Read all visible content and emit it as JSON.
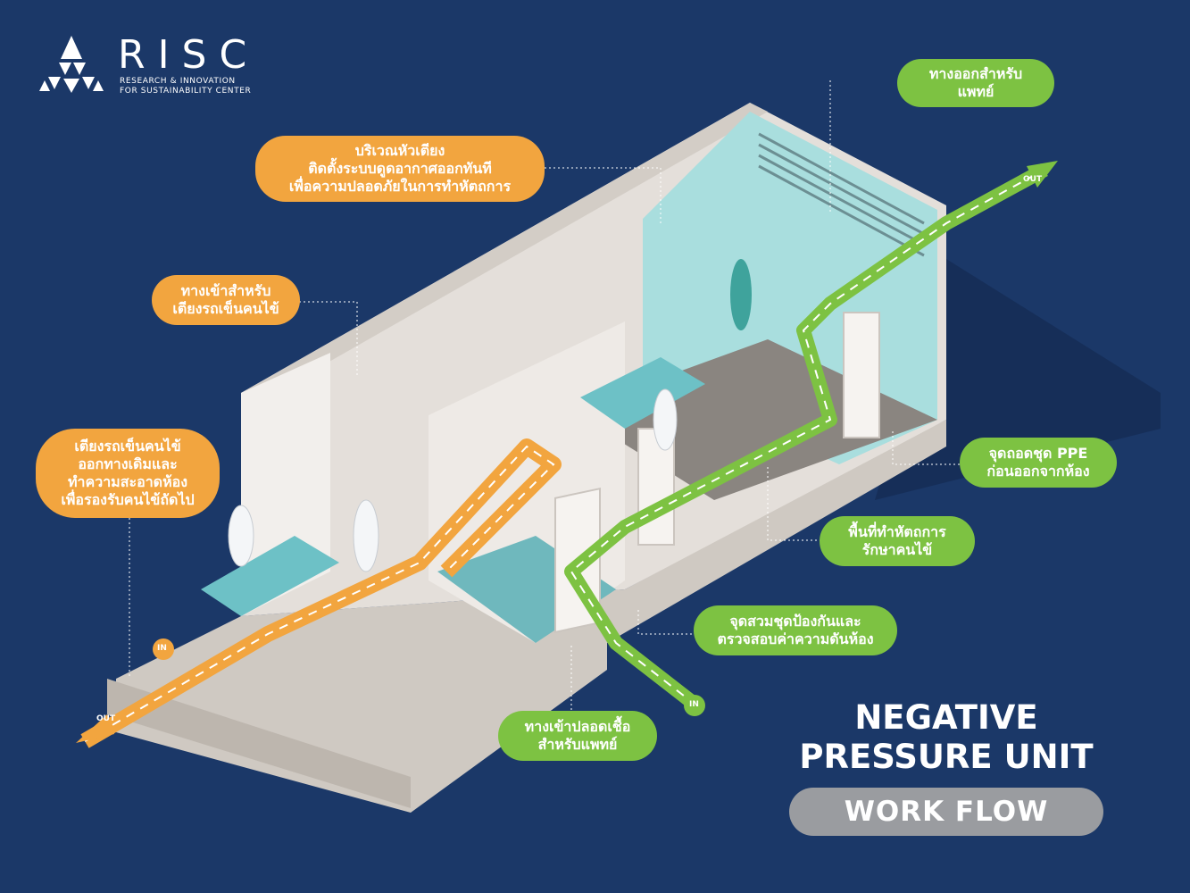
{
  "logo": {
    "name": "RISC",
    "line1": "RESEARCH & INNOVATION",
    "line2": "FOR SUSTAINABILITY CENTER"
  },
  "title": {
    "line1": "NEGATIVE",
    "line2": "PRESSURE UNIT",
    "badge": "WORK FLOW"
  },
  "callouts": {
    "doctor_exit": {
      "line1": "ทางออกสำหรับ",
      "line2": "แพทย์"
    },
    "bed_head": {
      "line1": "บริเวณหัวเตียง",
      "line2": "ติดตั้งระบบดูดอากาศออกทันที",
      "line3": "เพื่อความปลอดภัยในการทำหัตถการ"
    },
    "stretcher_entry": {
      "line1": "ทางเข้าสำหรับ",
      "line2": "เตียงรถเข็นคนไข้"
    },
    "stretcher_exit": {
      "line1": "เตียงรถเข็นคนไข้",
      "line2": "ออกทางเดิมและ",
      "line3": "ทำความสะอาดห้อง",
      "line4": "เพื่อรองรับคนไข้ถัดไป"
    },
    "ppe_removal": {
      "line1": "จุดถอดชุด  PPE",
      "line2": "ก่อนออกจากห้อง"
    },
    "treatment_area": {
      "line1": "พื้นที่ทำหัตถการ",
      "line2": "รักษาคนไข้"
    },
    "gowning_point": {
      "line1": "จุดสวมชุดป้องกันและ",
      "line2": "ตรวจสอบค่าความดันห้อง"
    },
    "clean_entry": {
      "line1": "ทางเข้าปลอดเชื้อ",
      "line2": "สำหรับแพทย์"
    }
  },
  "arrows": {
    "in_label": "IN",
    "out_label": "OUT"
  },
  "colors": {
    "background": "#1b3868",
    "orange": "#f2a53f",
    "green": "#7dc242",
    "badge_gray": "#9a9ca0"
  }
}
